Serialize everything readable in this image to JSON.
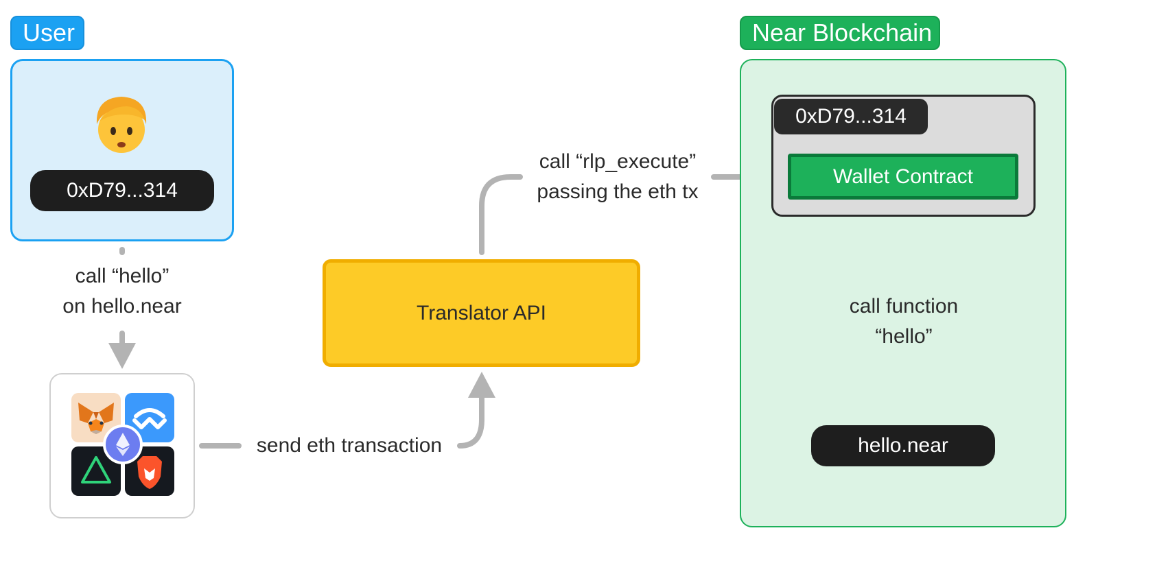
{
  "user": {
    "tag": "User",
    "address": "0xD79...314"
  },
  "near": {
    "tag": "Near Blockchain",
    "account_address": "0xD79...314",
    "wallet_contract": "Wallet Contract",
    "contract": "hello.near"
  },
  "translator": {
    "label": "Translator API"
  },
  "edges": {
    "call_hello": [
      "call “hello”",
      "on hello.near"
    ],
    "send_tx": "send eth transaction",
    "rlp_execute": [
      "call “rlp_execute”",
      "passing the eth tx"
    ],
    "call_function": [
      "call function",
      "“hello”"
    ]
  },
  "icons": {
    "user": "person-emoji-icon",
    "wallets": [
      "metamask-icon",
      "walletconnect-icon",
      "trust-wallet-icon",
      "brave-wallet-icon"
    ],
    "network": "ethereum-icon"
  },
  "colors": {
    "user_blue": "#1ba1f2",
    "user_panel": "#dbeffb",
    "near_green": "#1db15a",
    "near_panel": "#dcf3e4",
    "translator_yellow": "#fdcb27",
    "translator_border": "#f0ad00",
    "connector_gray": "#b3b3b3",
    "dark_pill": "#1e1e1e"
  }
}
